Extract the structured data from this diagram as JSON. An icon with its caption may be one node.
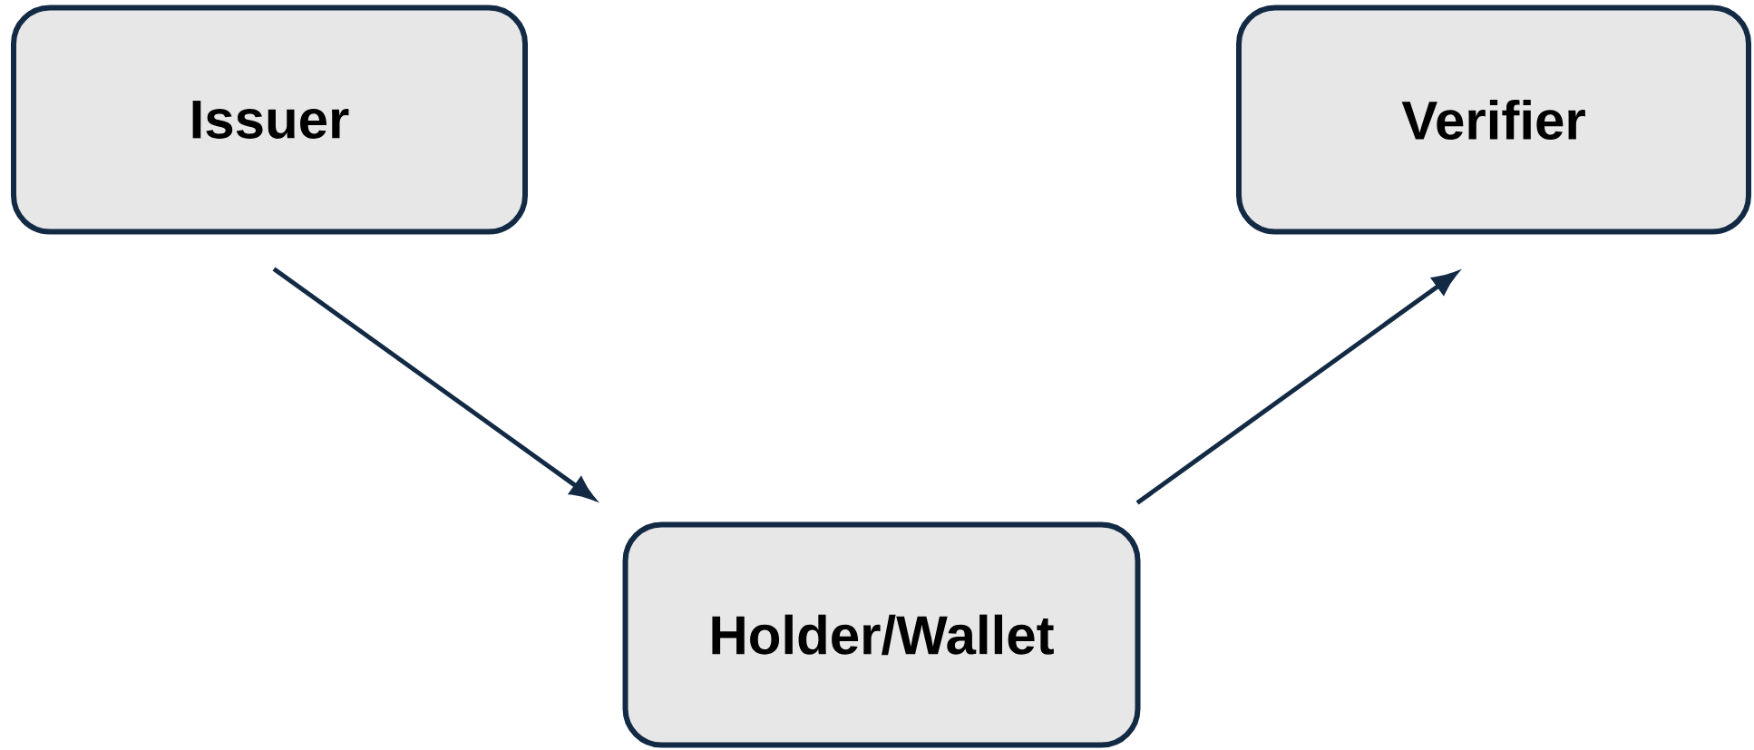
{
  "diagram": {
    "nodes": [
      {
        "text": [
          "Issuer"
        ]
      },
      {
        "text": [
          "Verifier"
        ]
      },
      {
        "text": [
          "Holder/Wallet"
        ]
      }
    ],
    "edges": [
      {
        "from": 0,
        "to": 2,
        "arrow": "to"
      },
      {
        "from": 2,
        "to": 1,
        "arrow": "to"
      }
    ]
  }
}
